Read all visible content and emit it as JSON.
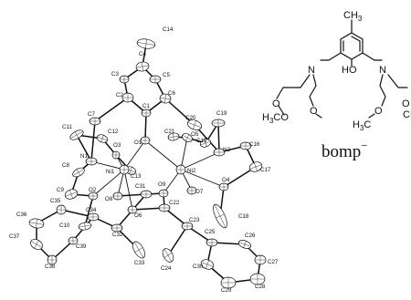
{
  "caption": {
    "text": "bomp",
    "charge": "−"
  },
  "scheme_labels": {
    "methyl": "CH",
    "methyl_sub": "3",
    "n_left": "N",
    "n_right": "N",
    "ho": "HO",
    "o1": "O",
    "o2": "O",
    "o3": "O",
    "o4": "O",
    "h3co_left_h": "H",
    "h3co_left_3": "3",
    "h3co_left_co": "CO",
    "h3co_mid_h": "H",
    "h3co_mid_3": "3",
    "h3co_mid_c": "C",
    "ch_right": "CH"
  },
  "atoms": [
    {
      "name": "C14",
      "label": "C14"
    },
    {
      "name": "C4",
      "label": "C4"
    },
    {
      "name": "C3",
      "label": "C3"
    },
    {
      "name": "C5",
      "label": "C5"
    },
    {
      "name": "C2",
      "label": "C2"
    },
    {
      "name": "C6",
      "label": "C6"
    },
    {
      "name": "C1",
      "label": "C1"
    },
    {
      "name": "C7",
      "label": "C7"
    },
    {
      "name": "C11",
      "label": "C11"
    },
    {
      "name": "C20",
      "label": "C20"
    },
    {
      "name": "C19",
      "label": "C19"
    },
    {
      "name": "C12",
      "label": "C12"
    },
    {
      "name": "C21",
      "label": "C21"
    },
    {
      "name": "O5",
      "label": "O5"
    },
    {
      "name": "C15",
      "label": "C15"
    },
    {
      "name": "N2",
      "label": "N2"
    },
    {
      "name": "N1",
      "label": "N1"
    },
    {
      "name": "O3",
      "label": "O3"
    },
    {
      "name": "O1",
      "label": "O1"
    },
    {
      "name": "C16",
      "label": "C16"
    },
    {
      "name": "C8",
      "label": "C8"
    },
    {
      "name": "C13",
      "label": "C13"
    },
    {
      "name": "Ni1",
      "label": "Ni1"
    },
    {
      "name": "Ni2",
      "label": "Ni2"
    },
    {
      "name": "O4",
      "label": "O4"
    },
    {
      "name": "C17",
      "label": "C17"
    },
    {
      "name": "C9",
      "label": "C9"
    },
    {
      "name": "O2",
      "label": "O2"
    },
    {
      "name": "O8",
      "label": "O8"
    },
    {
      "name": "C31",
      "label": "C31"
    },
    {
      "name": "O9",
      "label": "O9"
    },
    {
      "name": "O7",
      "label": "O7"
    },
    {
      "name": "C18",
      "label": "C18"
    },
    {
      "name": "C35",
      "label": "C35"
    },
    {
      "name": "C34",
      "label": "C34"
    },
    {
      "name": "C10",
      "label": "C10"
    },
    {
      "name": "O6",
      "label": "O6"
    },
    {
      "name": "C22",
      "label": "C22"
    },
    {
      "name": "C36",
      "label": "C36"
    },
    {
      "name": "C32",
      "label": "C32"
    },
    {
      "name": "C23",
      "label": "C23"
    },
    {
      "name": "C37",
      "label": "C37"
    },
    {
      "name": "C39",
      "label": "C39"
    },
    {
      "name": "C33",
      "label": "C33"
    },
    {
      "name": "C25",
      "label": "C25"
    },
    {
      "name": "C26",
      "label": "C26"
    },
    {
      "name": "C24",
      "label": "C24"
    },
    {
      "name": "C38",
      "label": "C38"
    },
    {
      "name": "C30",
      "label": "C30"
    },
    {
      "name": "C27",
      "label": "C27"
    },
    {
      "name": "C29",
      "label": "C29"
    },
    {
      "name": "C28",
      "label": "C28"
    }
  ]
}
